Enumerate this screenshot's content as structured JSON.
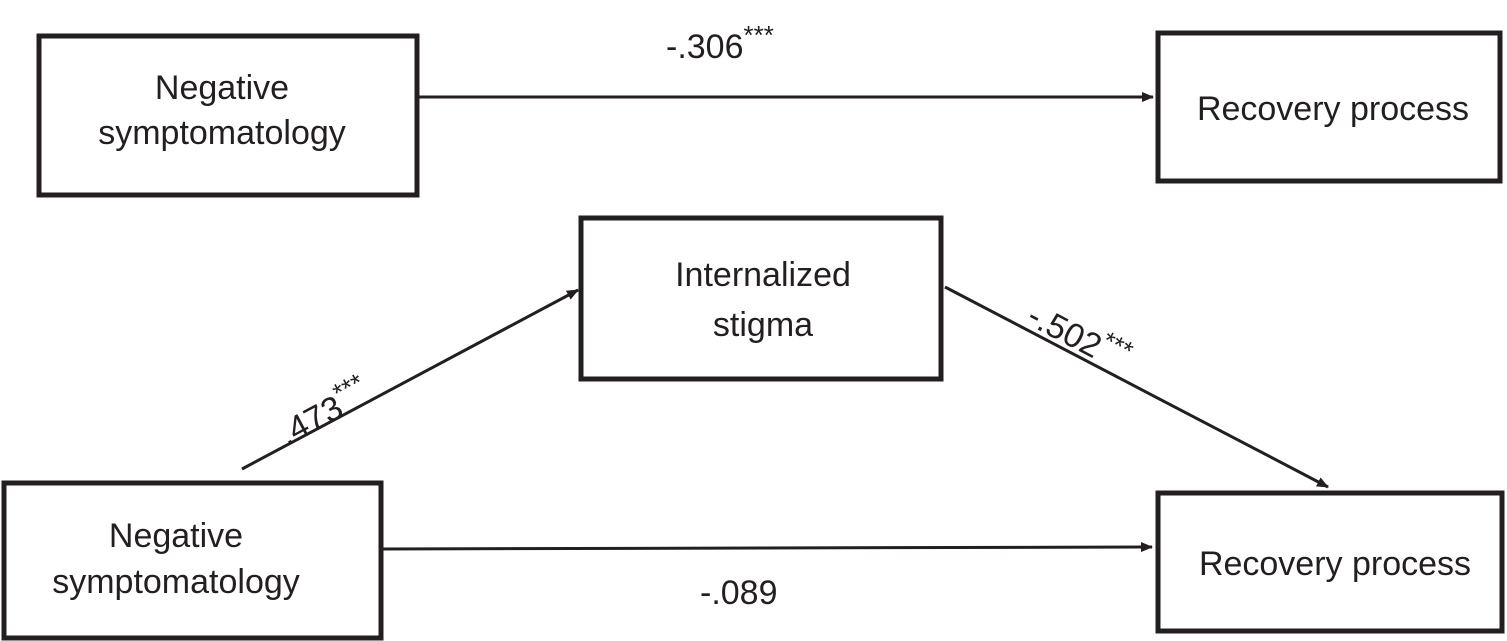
{
  "panel_top": {
    "predictor": {
      "line1": "Negative",
      "line2": "symptomatology"
    },
    "outcome": {
      "line1": "Recovery process"
    },
    "path_total": {
      "value": "-.306",
      "significance": "***"
    }
  },
  "panel_bottom": {
    "mediator": {
      "line1": "Internalized",
      "line2": "stigma"
    },
    "predictor": {
      "line1": "Negative",
      "line2": "symptomatology"
    },
    "outcome": {
      "line1": "Recovery process"
    },
    "path_a": {
      "value": ".473",
      "significance": "***"
    },
    "path_b": {
      "value": "-.502",
      "significance": "***"
    },
    "path_direct": {
      "value": "-.089"
    }
  },
  "colors": {
    "ink": "#231f20",
    "background": "#ffffff"
  }
}
